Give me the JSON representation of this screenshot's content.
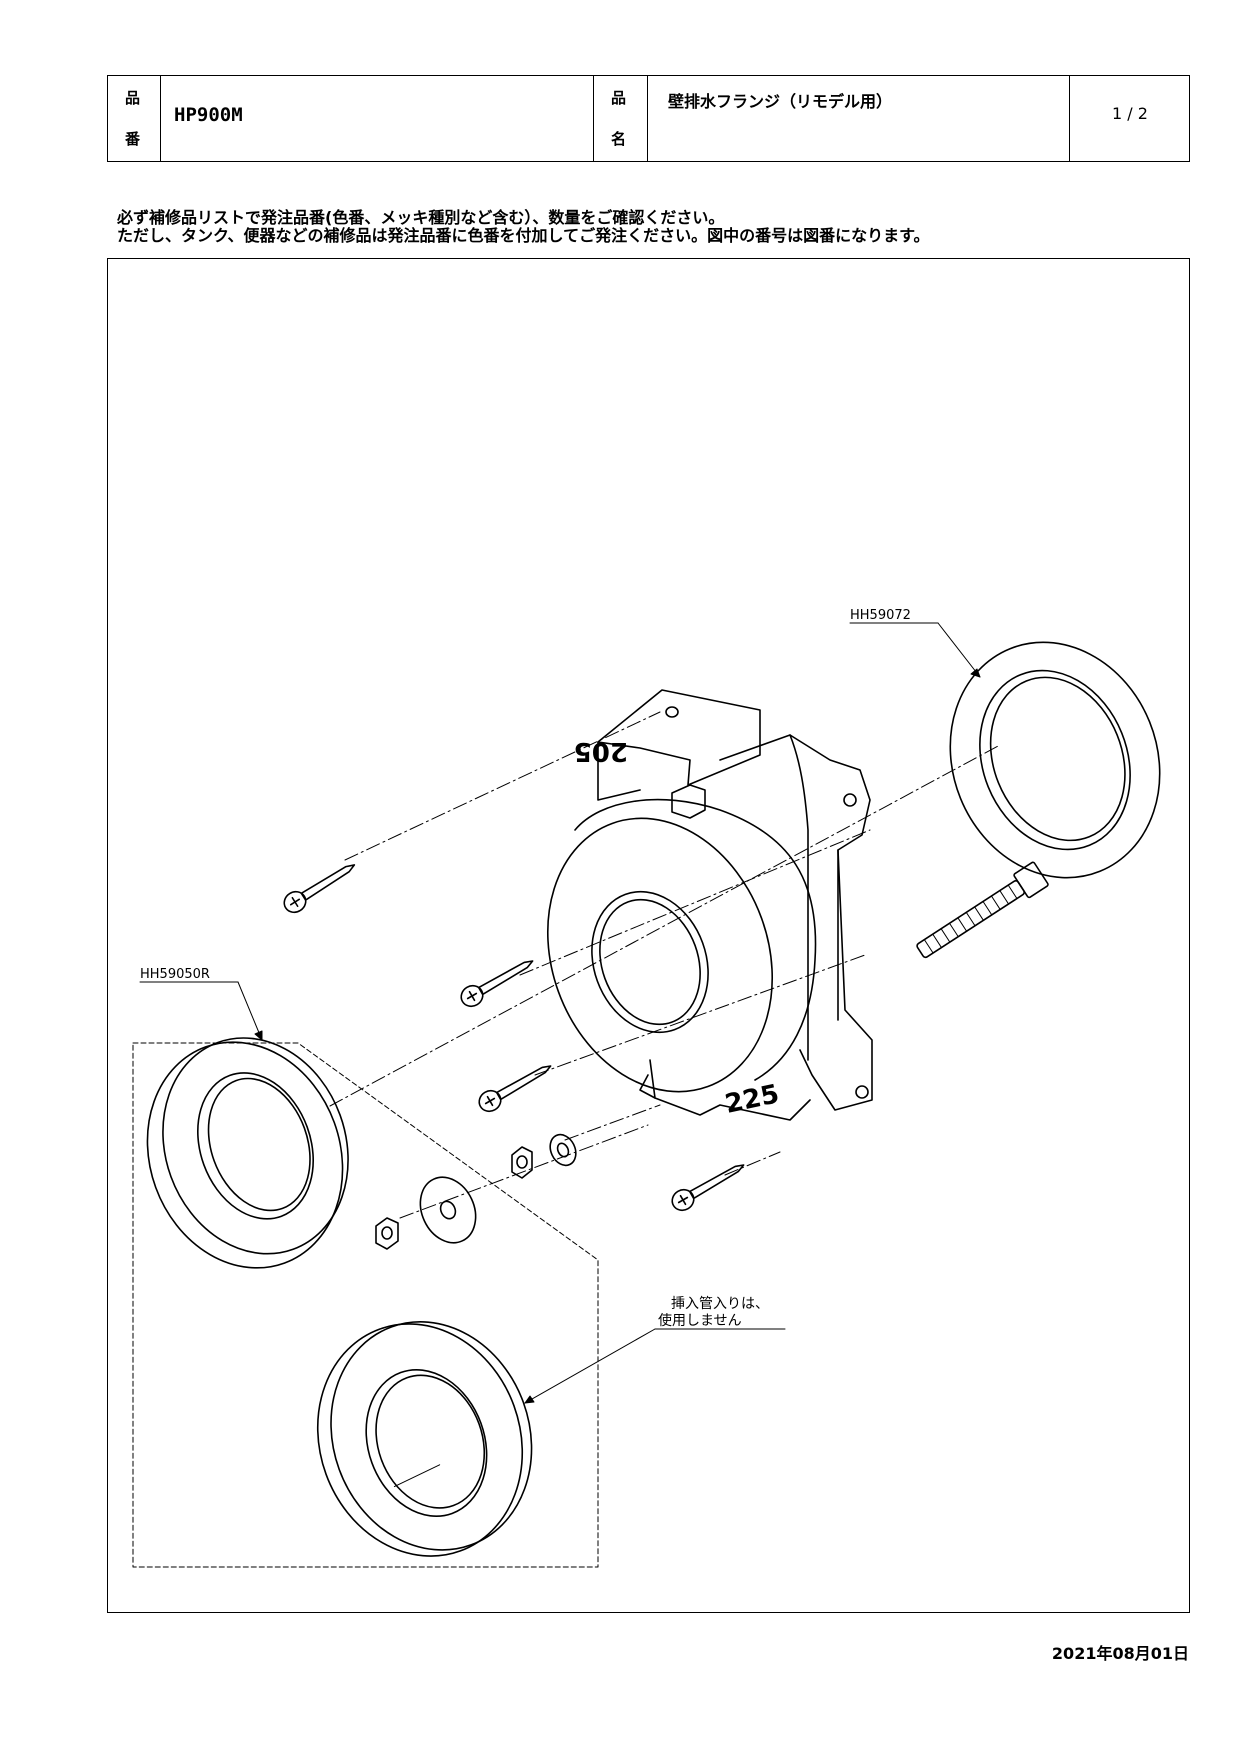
{
  "header": {
    "partno_label_top": "品",
    "partno_label_bottom": "番",
    "part_number": "HP900M",
    "name_label_top": "品",
    "name_label_bottom": "名",
    "part_name": "壁排水フランジ（リモデル用）",
    "page": "1 / 2"
  },
  "notice": {
    "line1": "必ず補修品リストで発注品番(色番、メッキ種別など含む）、数量をご確認ください。",
    "line2": "ただし、タンク、便器などの補修品は発注品番に色番を付加してご発注ください。図中の番号は図番になります。"
  },
  "diagram": {
    "labels": {
      "part_top_right": "HH59072",
      "part_left": "HH59050R",
      "note_line1": "挿入管入りは、",
      "note_line2": "使用しません"
    },
    "stamps": {
      "upper": "205",
      "lower": "225"
    }
  },
  "footer": {
    "date": "2021年08月01日"
  }
}
